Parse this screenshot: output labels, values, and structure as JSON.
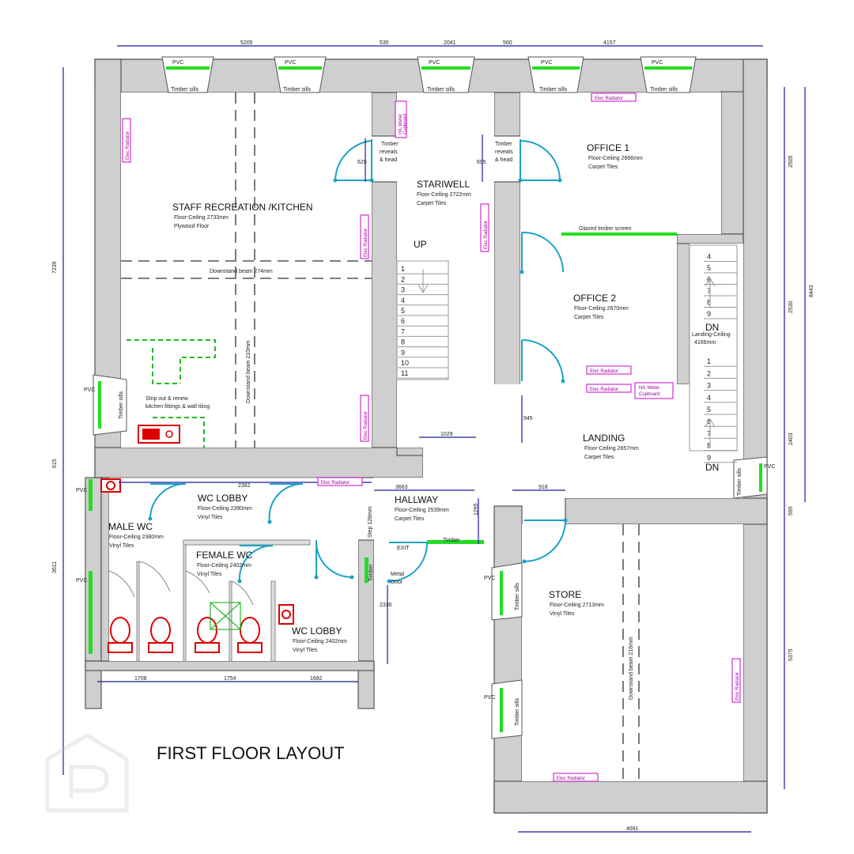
{
  "title": "FIRST FLOOR LAYOUT",
  "colors": {
    "wall": "#cfcfcf",
    "wall_stroke": "#555555",
    "door": "#1aa3c8",
    "window": "#22dd22",
    "radiator": "#cc00cc",
    "dimension": "#1a1aa0",
    "sanitary": "#dd0000"
  },
  "rooms": {
    "kitchen": {
      "name": "STAFF RECREATION /KITCHEN",
      "ceiling": "Floor-Ceiling 2733mm",
      "floor": "Plywood Floor"
    },
    "stairwell": {
      "name": "STARIWELL",
      "ceiling": "Floor-Ceiling 2722mm",
      "floor": "Carpet Tiles"
    },
    "office1": {
      "name": "OFFICE 1",
      "ceiling": "Floor-Ceiling 2666mm",
      "floor": "Carpet Tiles"
    },
    "office2": {
      "name": "OFFICE 2",
      "ceiling": "Floor-Ceiling 2670mm",
      "floor": "Carpet Tiles"
    },
    "landing": {
      "name": "LANDING",
      "ceiling": "Floor-Ceiling 2657mm",
      "floor": "Carpet Tiles"
    },
    "landing_ceiling": {
      "line1": "Landing-Ceiling",
      "line2": "4166mm"
    },
    "wc_lobby": {
      "name": "WC LOBBY",
      "ceiling": "Floor-Ceiling 2390mm",
      "floor": "Vinyl Tiles"
    },
    "hallway": {
      "name": "HALLWAY",
      "ceiling": "Floor-Ceiling 2539mm",
      "floor": "Carpet Tiles"
    },
    "male_wc": {
      "name": "MALE WC",
      "ceiling": "Floor-Ceiling 2380mm",
      "floor": "Vinyl Tiles"
    },
    "female_wc": {
      "name": "FEMALE WC",
      "ceiling": "Floor-Ceiling 2402mm",
      "floor": "Vinyl Tiles"
    },
    "wc_lobby2": {
      "name": "WC LOBBY",
      "ceiling": "Floor-Ceiling 2402mm",
      "floor": "Vinyl Tiles"
    },
    "store": {
      "name": "STORE",
      "ceiling": "Floor-Ceiling 2713mm",
      "floor": "Vinyl Tiles"
    }
  },
  "labels": {
    "pvc": "PVC",
    "timber_sills": "Timber sills",
    "timber": "Timber",
    "timber_reveals": [
      "Timber",
      "reveals",
      "& head"
    ],
    "hl_meter": [
      "H/L Meter",
      "Cupboard"
    ],
    "glazed_screen": "Glazed timber screen",
    "downstand_beam_274": "Downstand beam 274mm",
    "downstand_beam_210": "Downstand beam 210mm",
    "downstand_beam_216": "Downstand beam 216mm",
    "strip_out": [
      "Strip out & renew",
      "kitchen fittings & wall tiling"
    ],
    "up": "UP",
    "dn": "DN",
    "exit": "EXIT",
    "metal_door": [
      "Metal",
      "Door"
    ],
    "step": "Step 128mm",
    "elec_radiator": "Elec Radiator"
  },
  "stairs": {
    "main": [
      "1",
      "2",
      "3",
      "4",
      "5",
      "6",
      "7",
      "8",
      "9",
      "10",
      "11"
    ],
    "right_upper": [
      "4",
      "5",
      "6",
      "7",
      "8",
      "9"
    ],
    "right_lower": [
      "1",
      "2",
      "3",
      "4",
      "5",
      "6",
      "7",
      "8",
      "9"
    ]
  },
  "dimensions": {
    "top": [
      "5205",
      "535",
      "2041",
      "560",
      "4157"
    ],
    "left": [
      "7239",
      "615",
      "3611"
    ],
    "right_inner": [
      "2505",
      "2530",
      "2403",
      "595",
      "5375"
    ],
    "right_outer": "8443",
    "bottom_left": [
      "1708",
      "1754",
      "1682"
    ],
    "bottom_right": "4691",
    "hall_width": "3663",
    "lobby_width": "2382",
    "door_625": "625",
    "door_695": "695",
    "opening_945": "945",
    "opening_1029": "1029",
    "store_918": "918",
    "hall_1295": "1295",
    "hall_2336": "2336"
  }
}
